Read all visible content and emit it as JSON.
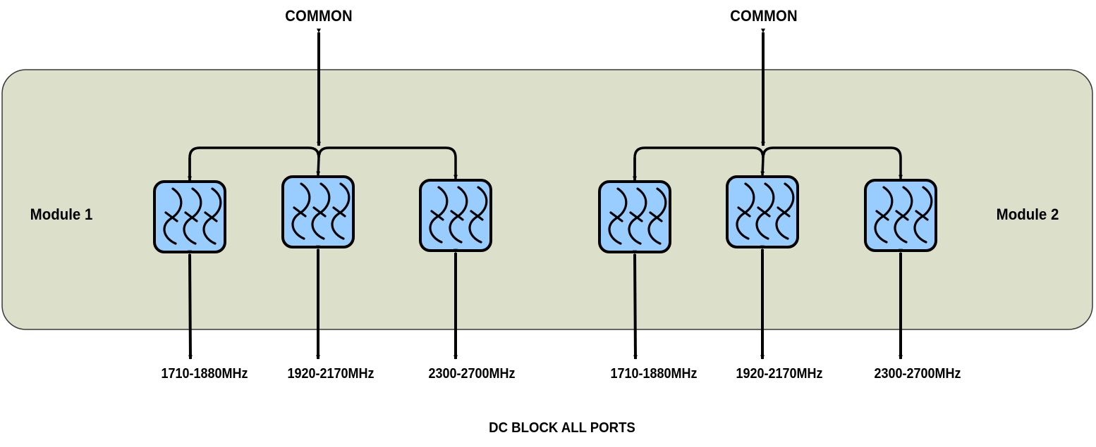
{
  "diagram": {
    "title": "DC BLOCK ALL PORTS",
    "colors": {
      "enclosure_fill": "#dcdfca",
      "enclosure_stroke": "#3a3a3a",
      "filter_fill": "#99ccff",
      "filter_stroke": "#000000",
      "line": "#000000"
    },
    "modules": [
      {
        "label": "Module 1",
        "common_label": "COMMON",
        "filters": [
          {
            "name": "filter-1710-1880",
            "port_label": "1710-1880MHz"
          },
          {
            "name": "filter-1920-2170",
            "port_label": "1920-2170MHz"
          },
          {
            "name": "filter-2300-2700",
            "port_label": "2300-2700MHz"
          }
        ]
      },
      {
        "label": "Module 2",
        "common_label": "COMMON",
        "filters": [
          {
            "name": "filter-1710-1880",
            "port_label": "1710-1880MHz"
          },
          {
            "name": "filter-1920-2170",
            "port_label": "1920-2170MHz"
          },
          {
            "name": "filter-2300-2700",
            "port_label": "2300-2700MHz"
          }
        ]
      }
    ],
    "connectors": {
      "common_to_bus": "bidirectional",
      "bus_to_filters": "directed",
      "filter_to_port": "bidirectional"
    },
    "filter_icon": "bandpass-filter-icon"
  }
}
